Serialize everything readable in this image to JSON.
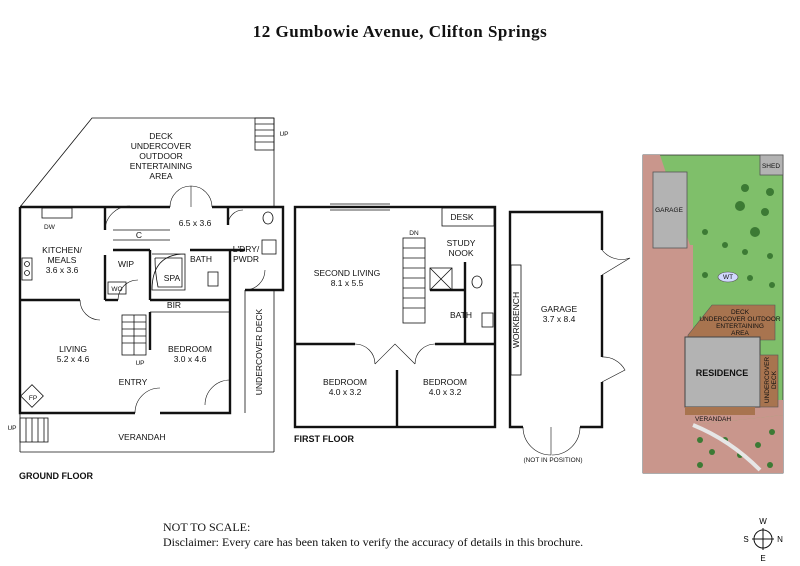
{
  "title": "12 Gumbowie Avenue, Clifton Springs",
  "floors": {
    "ground": "GROUND FLOOR",
    "first": "FIRST FLOOR"
  },
  "ground_floor": {
    "deck": [
      "DECK",
      "UNDERCOVER",
      "OUTDOOR",
      "ENTERTAINING",
      "AREA"
    ],
    "deck_dims": "6.5 x 3.6",
    "kitchen": "KITCHEN/",
    "meals": "MEALS",
    "kitchen_dims": "3.6 x 3.6",
    "dw": "DW",
    "c": "C",
    "wip": "WIP",
    "wo": "WO",
    "spa": "SPA",
    "bath": "BATH",
    "ldry": "L'DRY/",
    "pwdr": "PWDR",
    "bir": "BIR",
    "living": "LIVING",
    "living_dims": "5.2 x 4.6",
    "bedroom": "BEDROOM",
    "bedroom_dims": "3.0 x 4.6",
    "undercover_deck": "UNDERCOVER DECK",
    "entry": "ENTRY",
    "verandah": "VERANDAH",
    "fp": "FP",
    "up": "UP",
    "up2": "UP",
    "up3": "UP"
  },
  "first_floor": {
    "desk": "DESK",
    "dn": "DN",
    "study": "STUDY",
    "nook": "NOOK",
    "second_living": "SECOND LIVING",
    "second_living_dims": "8.1 x 5.5",
    "bath": "BATH",
    "bedroom1": "BEDROOM",
    "bedroom1_dims": "4.0 x 3.2",
    "bedroom2": "BEDROOM",
    "bedroom2_dims": "4.0 x 3.2"
  },
  "garage": {
    "label": "GARAGE",
    "dims": "3.7 x 8.4",
    "workbench": "WORKBENCH",
    "not_in_position": "(NOT IN POSITION)"
  },
  "site": {
    "shed": "SHED",
    "garage": "GARAGE",
    "wt": "WT",
    "deck": [
      "DECK",
      "UNDERCOVER OUTDOOR",
      "ENTERTAINING",
      "AREA"
    ],
    "residence": "RESIDENCE",
    "undercover_deck": [
      "UNDERCOVER",
      "DECK"
    ],
    "verandah": "VERANDAH",
    "colors": {
      "lawn": "#7fbf6a",
      "driveway": "#c9968c",
      "building": "#b3b3b3",
      "deck": "#a8744f"
    }
  },
  "notes": {
    "scale": "NOT TO SCALE:",
    "disclaimer": "Disclaimer: Every care has been taken to verify the accuracy of details in this brochure."
  },
  "compass": {
    "n": "N",
    "s": "S",
    "e": "E",
    "w": "W"
  }
}
